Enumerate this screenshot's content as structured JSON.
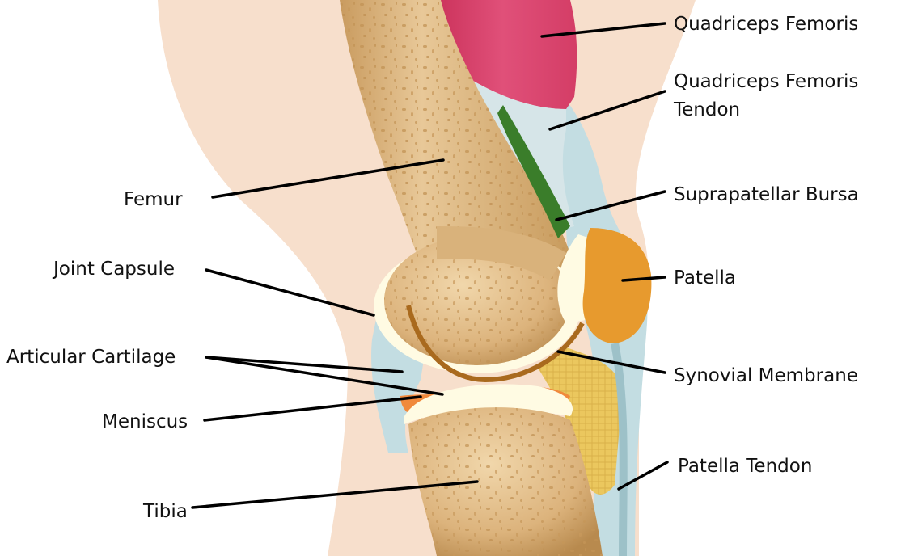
{
  "labels": {
    "quadriceps_femoris": "Quadriceps Femoris",
    "quadriceps_tendon_line1": "Quadriceps Femoris",
    "quadriceps_tendon_line2": "Tendon",
    "suprapatellar_bursa": "Suprapatellar Bursa",
    "patella": "Patella",
    "synovial_membrane": "Synovial Membrane",
    "patella_tendon": "Patella Tendon",
    "femur": "Femur",
    "joint_capsule": "Joint Capsule",
    "articular_cartilage": "Articular Cartilage",
    "meniscus": "Meniscus",
    "tibia": "Tibia"
  },
  "colors": {
    "skin": "#f7dfcc",
    "bone": "#d9b27b",
    "bone_highlight": "#eccfa0",
    "cartilage": "#fffbe3",
    "capsule": "#c3dde2",
    "muscle": "#d93c65",
    "fat_pad": "#edcd6a",
    "bursa": "#3a7d2a",
    "patella": "#e79a2e",
    "meniscus": "#f0893c",
    "synovial": "#a96a1e"
  }
}
